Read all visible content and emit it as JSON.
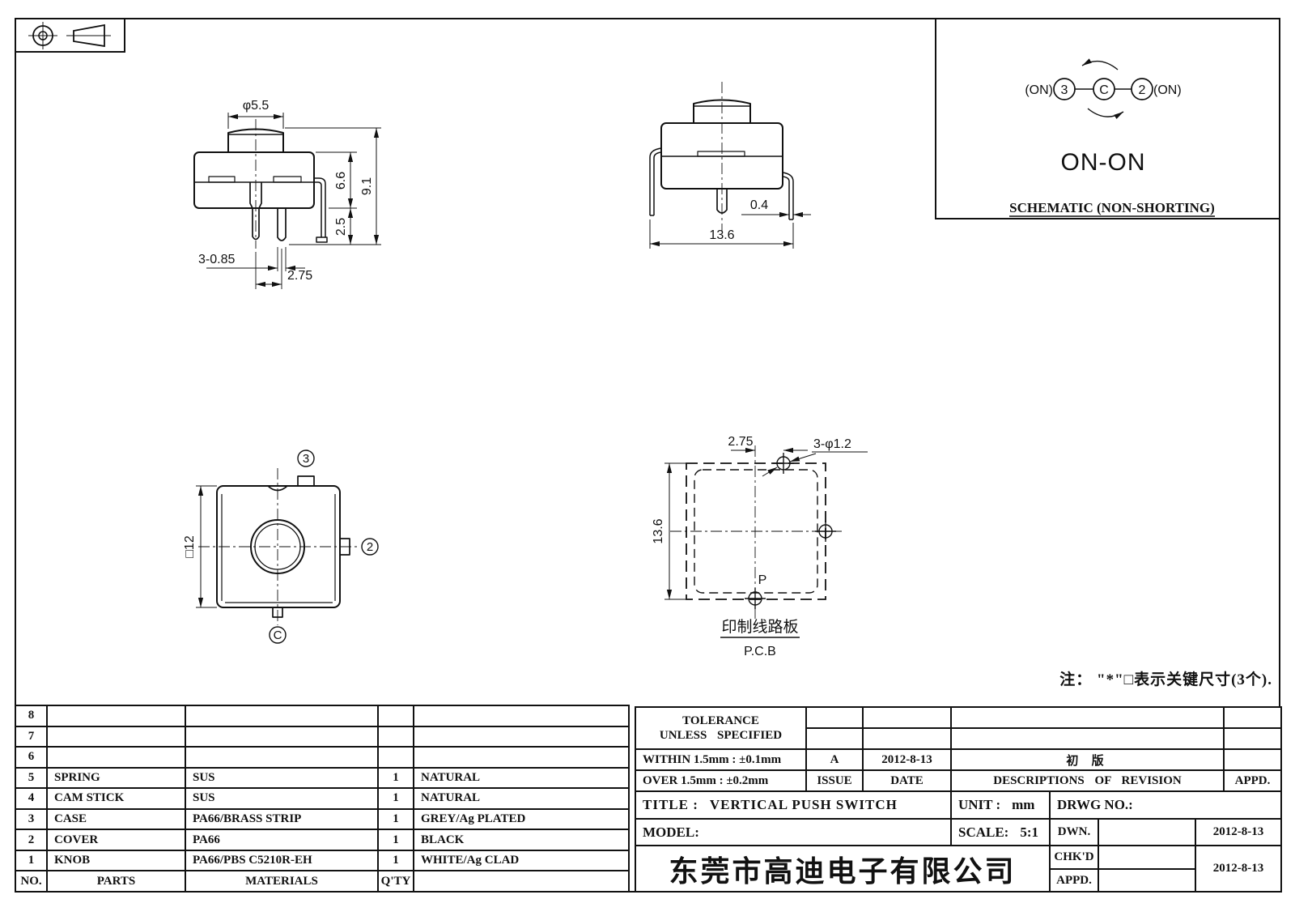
{
  "views": {
    "front": {
      "dim_knob_dia": "φ5.5",
      "dim_total_height": "9.1",
      "dim_body_height": "6.6",
      "dim_pin_length": "2.5",
      "dim_pin_width": "3-0.85",
      "dim_pin_pitch": "2.75"
    },
    "side": {
      "dim_leg_thickness": "0.4",
      "dim_leg_span": "13.6"
    },
    "bottom": {
      "dim_body_square": "□12",
      "terminal_3": "3",
      "terminal_2": "2",
      "terminal_common": "C"
    },
    "pcb": {
      "dim_hole_offset": "2.75",
      "dim_holes": "3-φ1.2",
      "dim_span": "13.6",
      "point_label": "P",
      "caption_cn": "印制线路板",
      "caption_en": "P.C.B"
    },
    "schematic": {
      "on_left": "(ON)",
      "terminal_3": "3",
      "terminal_common": "C",
      "terminal_2": "2",
      "mode": "ON-ON",
      "caption": "SCHEMATIC (NON-SHORTING)"
    }
  },
  "note": "注： \"*\"□表示关键尺寸(3个).",
  "parts_table": {
    "header": {
      "no": "NO.",
      "parts": "PARTS",
      "materials": "MATERIALS",
      "qty": "Q'TY",
      "finish": ""
    },
    "rows": [
      {
        "no": "8",
        "part": "",
        "material": "",
        "qty": "",
        "finish": ""
      },
      {
        "no": "7",
        "part": "",
        "material": "",
        "qty": "",
        "finish": ""
      },
      {
        "no": "6",
        "part": "",
        "material": "",
        "qty": "",
        "finish": ""
      },
      {
        "no": "5",
        "part": "SPRING",
        "material": "SUS",
        "qty": "1",
        "finish": "NATURAL"
      },
      {
        "no": "4",
        "part": "CAM STICK",
        "material": "SUS",
        "qty": "1",
        "finish": "NATURAL"
      },
      {
        "no": "3",
        "part": "CASE",
        "material": "PA66/BRASS STRIP",
        "qty": "1",
        "finish": "GREY/Ag PLATED"
      },
      {
        "no": "2",
        "part": "COVER",
        "material": "PA66",
        "qty": "1",
        "finish": "BLACK"
      },
      {
        "no": "1",
        "part": "KNOB",
        "material": "PA66/PBS C5210R-EH",
        "qty": "1",
        "finish": "WHITE/Ag CLAD"
      }
    ]
  },
  "title_block": {
    "tolerance_title": "TOLERANCE",
    "tolerance_subtitle": "UNLESS SPECIFIED",
    "tolerance_within": "WITHIN 1.5mm : ±0.1mm",
    "tolerance_over": "OVER 1.5mm : ±0.2mm",
    "issue_value": "A",
    "issue_date": "2012-8-13",
    "issue_label": "ISSUE",
    "date_label": "DATE",
    "revision_description": "初  版",
    "revision_header": "DESCRIPTIONS OF REVISION",
    "appd_header": "APPD.",
    "title_label": "TITLE :",
    "title_value": "VERTICAL PUSH SWITCH",
    "unit_label": "UNIT :",
    "unit_value": "mm",
    "drwg_no_label": "DRWG NO.:",
    "model_label": "MODEL:",
    "scale_label": "SCALE:",
    "scale_value": "5:1",
    "dwn_label": "DWN.",
    "dwn_date": "2012-8-13",
    "chkd_label": "CHK'D",
    "chkd_date": "2012-8-13",
    "appd_label": "APPD.",
    "company": "东莞市高迪电子有限公司"
  }
}
